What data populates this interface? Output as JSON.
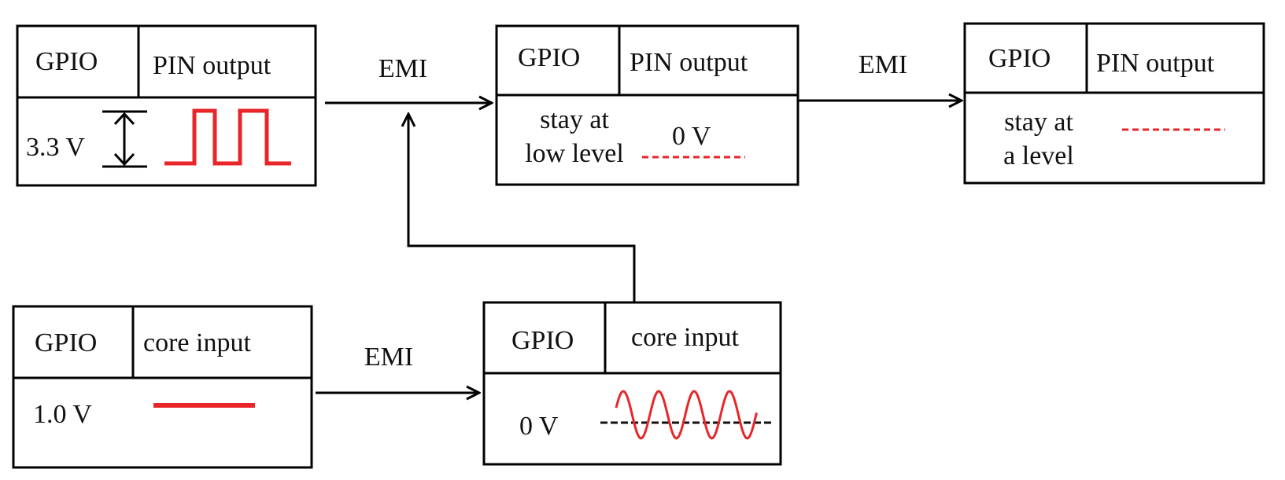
{
  "colors": {
    "signal": "#e8262a",
    "stroke": "#000000",
    "text": "#111111"
  },
  "labels": {
    "gpio": "GPIO",
    "pin_output": "PIN output",
    "core_input": "core input",
    "emi": "EMI"
  },
  "boxes": {
    "pin_normal": {
      "voltage": "3.3 V"
    },
    "pin_low": {
      "state_line1": "stay at",
      "state_line2": "low level",
      "voltage": "0 V"
    },
    "pin_level": {
      "state_line1": "stay at",
      "state_line2": "a level"
    },
    "core_normal": {
      "voltage": "1.0 V"
    },
    "core_disturbed": {
      "voltage": "0 V"
    }
  }
}
